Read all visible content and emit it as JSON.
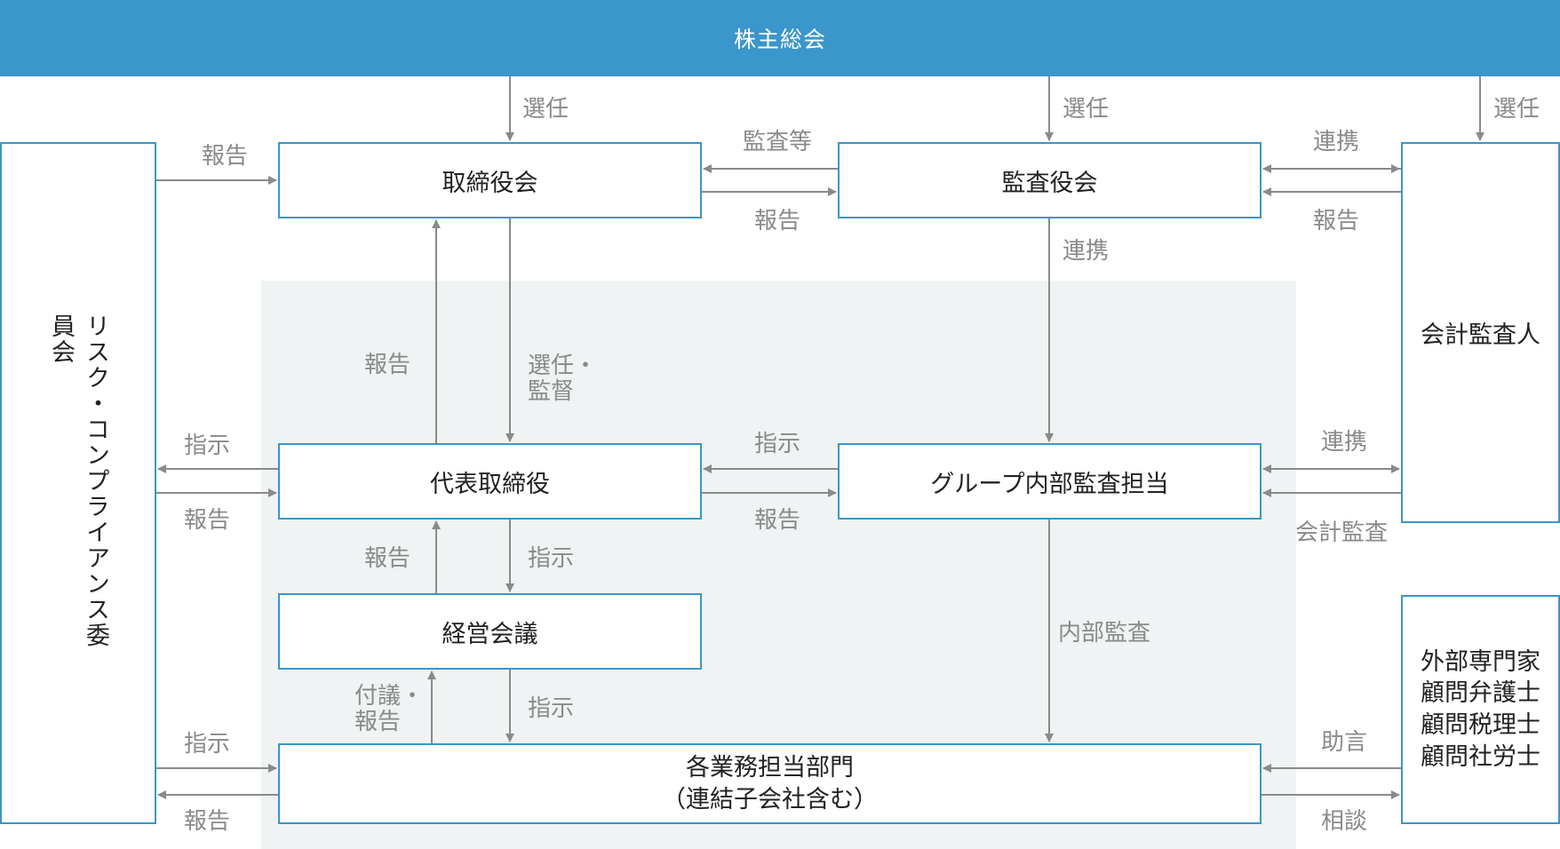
{
  "boxes": {
    "shareholders": "株主総会",
    "board": "取締役会",
    "audit_board": "監査役会",
    "accounting_auditor": "会計監査人",
    "risk_committee": "リスク・コンプライアンス委員会",
    "representative_director": "代表取締役",
    "internal_audit": "グループ内部監査担当",
    "management_meeting": "経営会議",
    "departments": [
      "各業務担当部門",
      "（連結子会社含む）"
    ],
    "external_experts": [
      "外部専門家",
      "顧問弁護士",
      "顧問税理士",
      "顧問社労士"
    ]
  },
  "labels": {
    "elect_board": "選任",
    "elect_audit": "選任",
    "elect_accountant": "選任",
    "audit_etc": "監査等",
    "report_audit_to_board": "報告",
    "cooperate_accountant_audit": "連携",
    "report_accountant_audit": "報告",
    "risk_report_board": "報告",
    "cooperate_audit_internal": "連携",
    "report_rep_to_board": "報告",
    "elect_supervise": [
      "選任・",
      "監督"
    ],
    "instruct_risk": "指示",
    "report_risk": "報告",
    "instruct_internal_to_rep": "指示",
    "report_rep_to_internal": "報告",
    "cooperate_internal_accountant": "連携",
    "accounting_audit": "会計監査",
    "report_mgmt_to_rep": "報告",
    "instruct_rep_to_mgmt": "指示",
    "internal_audit": "内部監査",
    "refer_report": [
      "付議・",
      "報告"
    ],
    "instruct_mgmt_to_dept": "指示",
    "instruct_risk_to_dept": "指示",
    "report_dept_to_risk": "報告",
    "advice": "助言",
    "consult": "相談"
  },
  "colors": {
    "accent": "#3a96cb",
    "shaded_area": "#eff3f3",
    "arrow": "#8a8a8a",
    "label": "#8a8a8a"
  }
}
